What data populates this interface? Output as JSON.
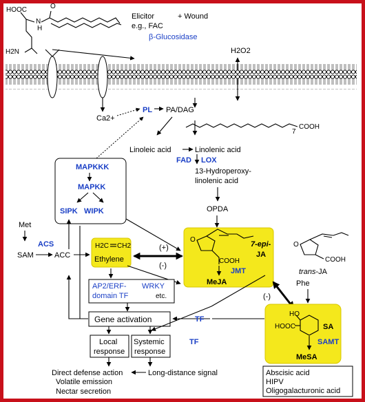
{
  "colors": {
    "frame": "#c8101a",
    "yellow": "#f4e81c",
    "blue": "#1a3fc6"
  },
  "top": {
    "cooh": "HOOC",
    "nh": "N",
    "h": "H",
    "o": "O",
    "h2n": "H2N",
    "elicitor": "Elicitor",
    "eg_fac": "e.g., FAC",
    "wound": "+ Wound",
    "glucosidase": "β-Glucosidase",
    "h2o2": "H2O2"
  },
  "membrane": {
    "ca": "Ca2+",
    "pl": "PL",
    "pa_dag": "PA/DAG"
  },
  "fatty_acid": {
    "cooh": "COOH",
    "n7": "7"
  },
  "pathway": {
    "linoleic": "Linoleic acid",
    "linolenic": "Linolenic acid",
    "fad": "FAD",
    "lox": "LOX",
    "hydroperoxy1": "13-Hydroperoxy-",
    "hydroperoxy2": "linolenic acid",
    "opda": "OPDA"
  },
  "kinase": {
    "mapkkk": "MAPKKK",
    "mapkk": "MAPKK",
    "sipk": "SIPK",
    "wipk": "WIPK"
  },
  "ethylene": {
    "met": "Met",
    "acs": "ACS",
    "sam": "SAM",
    "acc": "ACC",
    "h2c": "H2C",
    "ch2": "CH2",
    "label": "Ethylene"
  },
  "ja": {
    "o": "O",
    "cooh": "COOH",
    "epi": "7-epi-",
    "ja": "JA",
    "jmt": "JMT",
    "meja": "MeJA",
    "trans": "trans",
    "trans_ja": "-JA"
  },
  "signs": {
    "plus": "(+)",
    "minus1": "(-)",
    "minus2": "(-)"
  },
  "tf": {
    "ap2a": "AP2/ERF-",
    "ap2b": "domain TF",
    "wrky": "WRKY",
    "etc": "etc.",
    "tf1": "TF",
    "tf2": "TF"
  },
  "gene": {
    "activation": "Gene activation",
    "local1": "Local",
    "local2": "response",
    "sys1": "Systemic",
    "sys2": "response",
    "long": "Long-distance signal"
  },
  "sa": {
    "phe": "Phe",
    "ho": "HO",
    "hooc": "HOOC",
    "sa": "SA",
    "samt": "SAMT",
    "mesa": "MeSA"
  },
  "outputs": {
    "direct": "Direct defense action",
    "volatile": "Volatile emission",
    "nectar": "Nectar secretion"
  },
  "signals": {
    "abscisic": "Abscisic acid",
    "hipv": "HIPV",
    "oligo": "Oligogalacturonic acid"
  }
}
